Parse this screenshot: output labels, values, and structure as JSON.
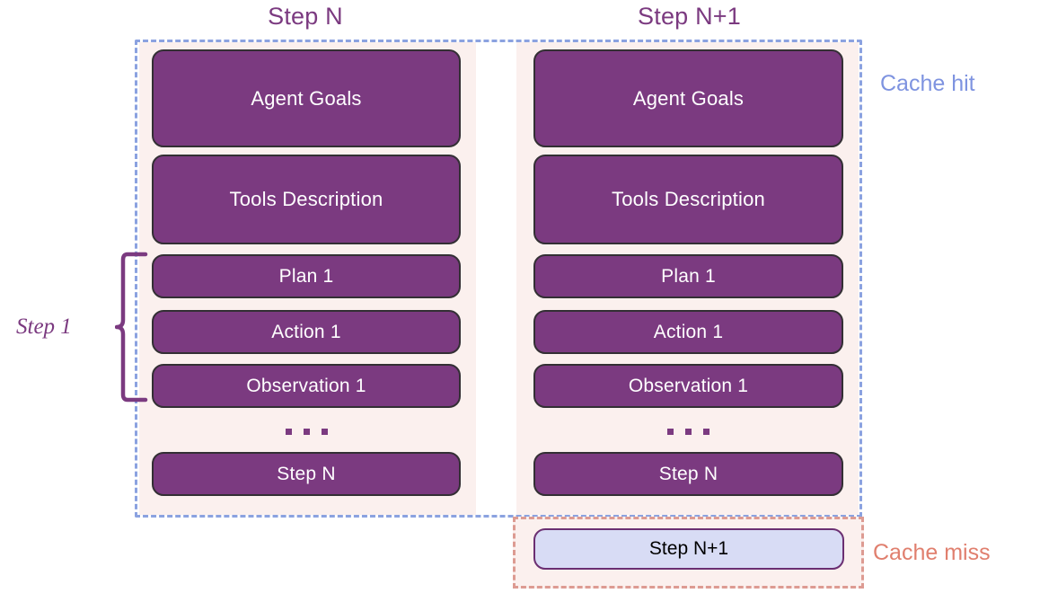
{
  "diagram": {
    "type": "flow-comparison",
    "description": "Agent context window comparison between Step N and Step N+1 showing KV-cache hit and miss regions"
  },
  "columns": [
    {
      "id": "step-n",
      "title": "Step N",
      "blocks": [
        {
          "label": "Agent Goals",
          "size": "big"
        },
        {
          "label": "Tools Description",
          "size": "big"
        },
        {
          "label": "Plan 1",
          "size": "small"
        },
        {
          "label": "Action 1",
          "size": "small"
        },
        {
          "label": "Observation 1",
          "size": "small"
        },
        {
          "label": "Step N",
          "size": "small"
        }
      ],
      "ellipsis": "..."
    },
    {
      "id": "step-n-plus-1",
      "title": "Step N+1",
      "blocks": [
        {
          "label": "Agent Goals",
          "size": "big"
        },
        {
          "label": "Tools Description",
          "size": "big"
        },
        {
          "label": "Plan 1",
          "size": "small"
        },
        {
          "label": "Action 1",
          "size": "small"
        },
        {
          "label": "Observation 1",
          "size": "small"
        },
        {
          "label": "Step N",
          "size": "small"
        }
      ],
      "ellipsis": "..."
    }
  ],
  "annotations": {
    "brace_label": "Step 1",
    "cache_hit": "Cache hit",
    "cache_miss": "Cache miss"
  },
  "new_block": {
    "label": "Step N+1"
  },
  "colors": {
    "block_fill": "#7B3A80",
    "block_border": "#332F34",
    "block_text": "#FFFFFF",
    "column_bg": "#FBF0EE",
    "cache_hit_border": "#8BA2E0",
    "cache_hit_text": "#7E93E0",
    "cache_miss_border": "#DD9B92",
    "cache_miss_text": "#E07F6E",
    "new_block_fill": "#D8DCF5",
    "new_block_border": "#6B2F72",
    "new_block_text": "#000000",
    "title_text": "#7B3A80",
    "brace": "#7B3A80",
    "page_bg": "#FFFFFF"
  }
}
